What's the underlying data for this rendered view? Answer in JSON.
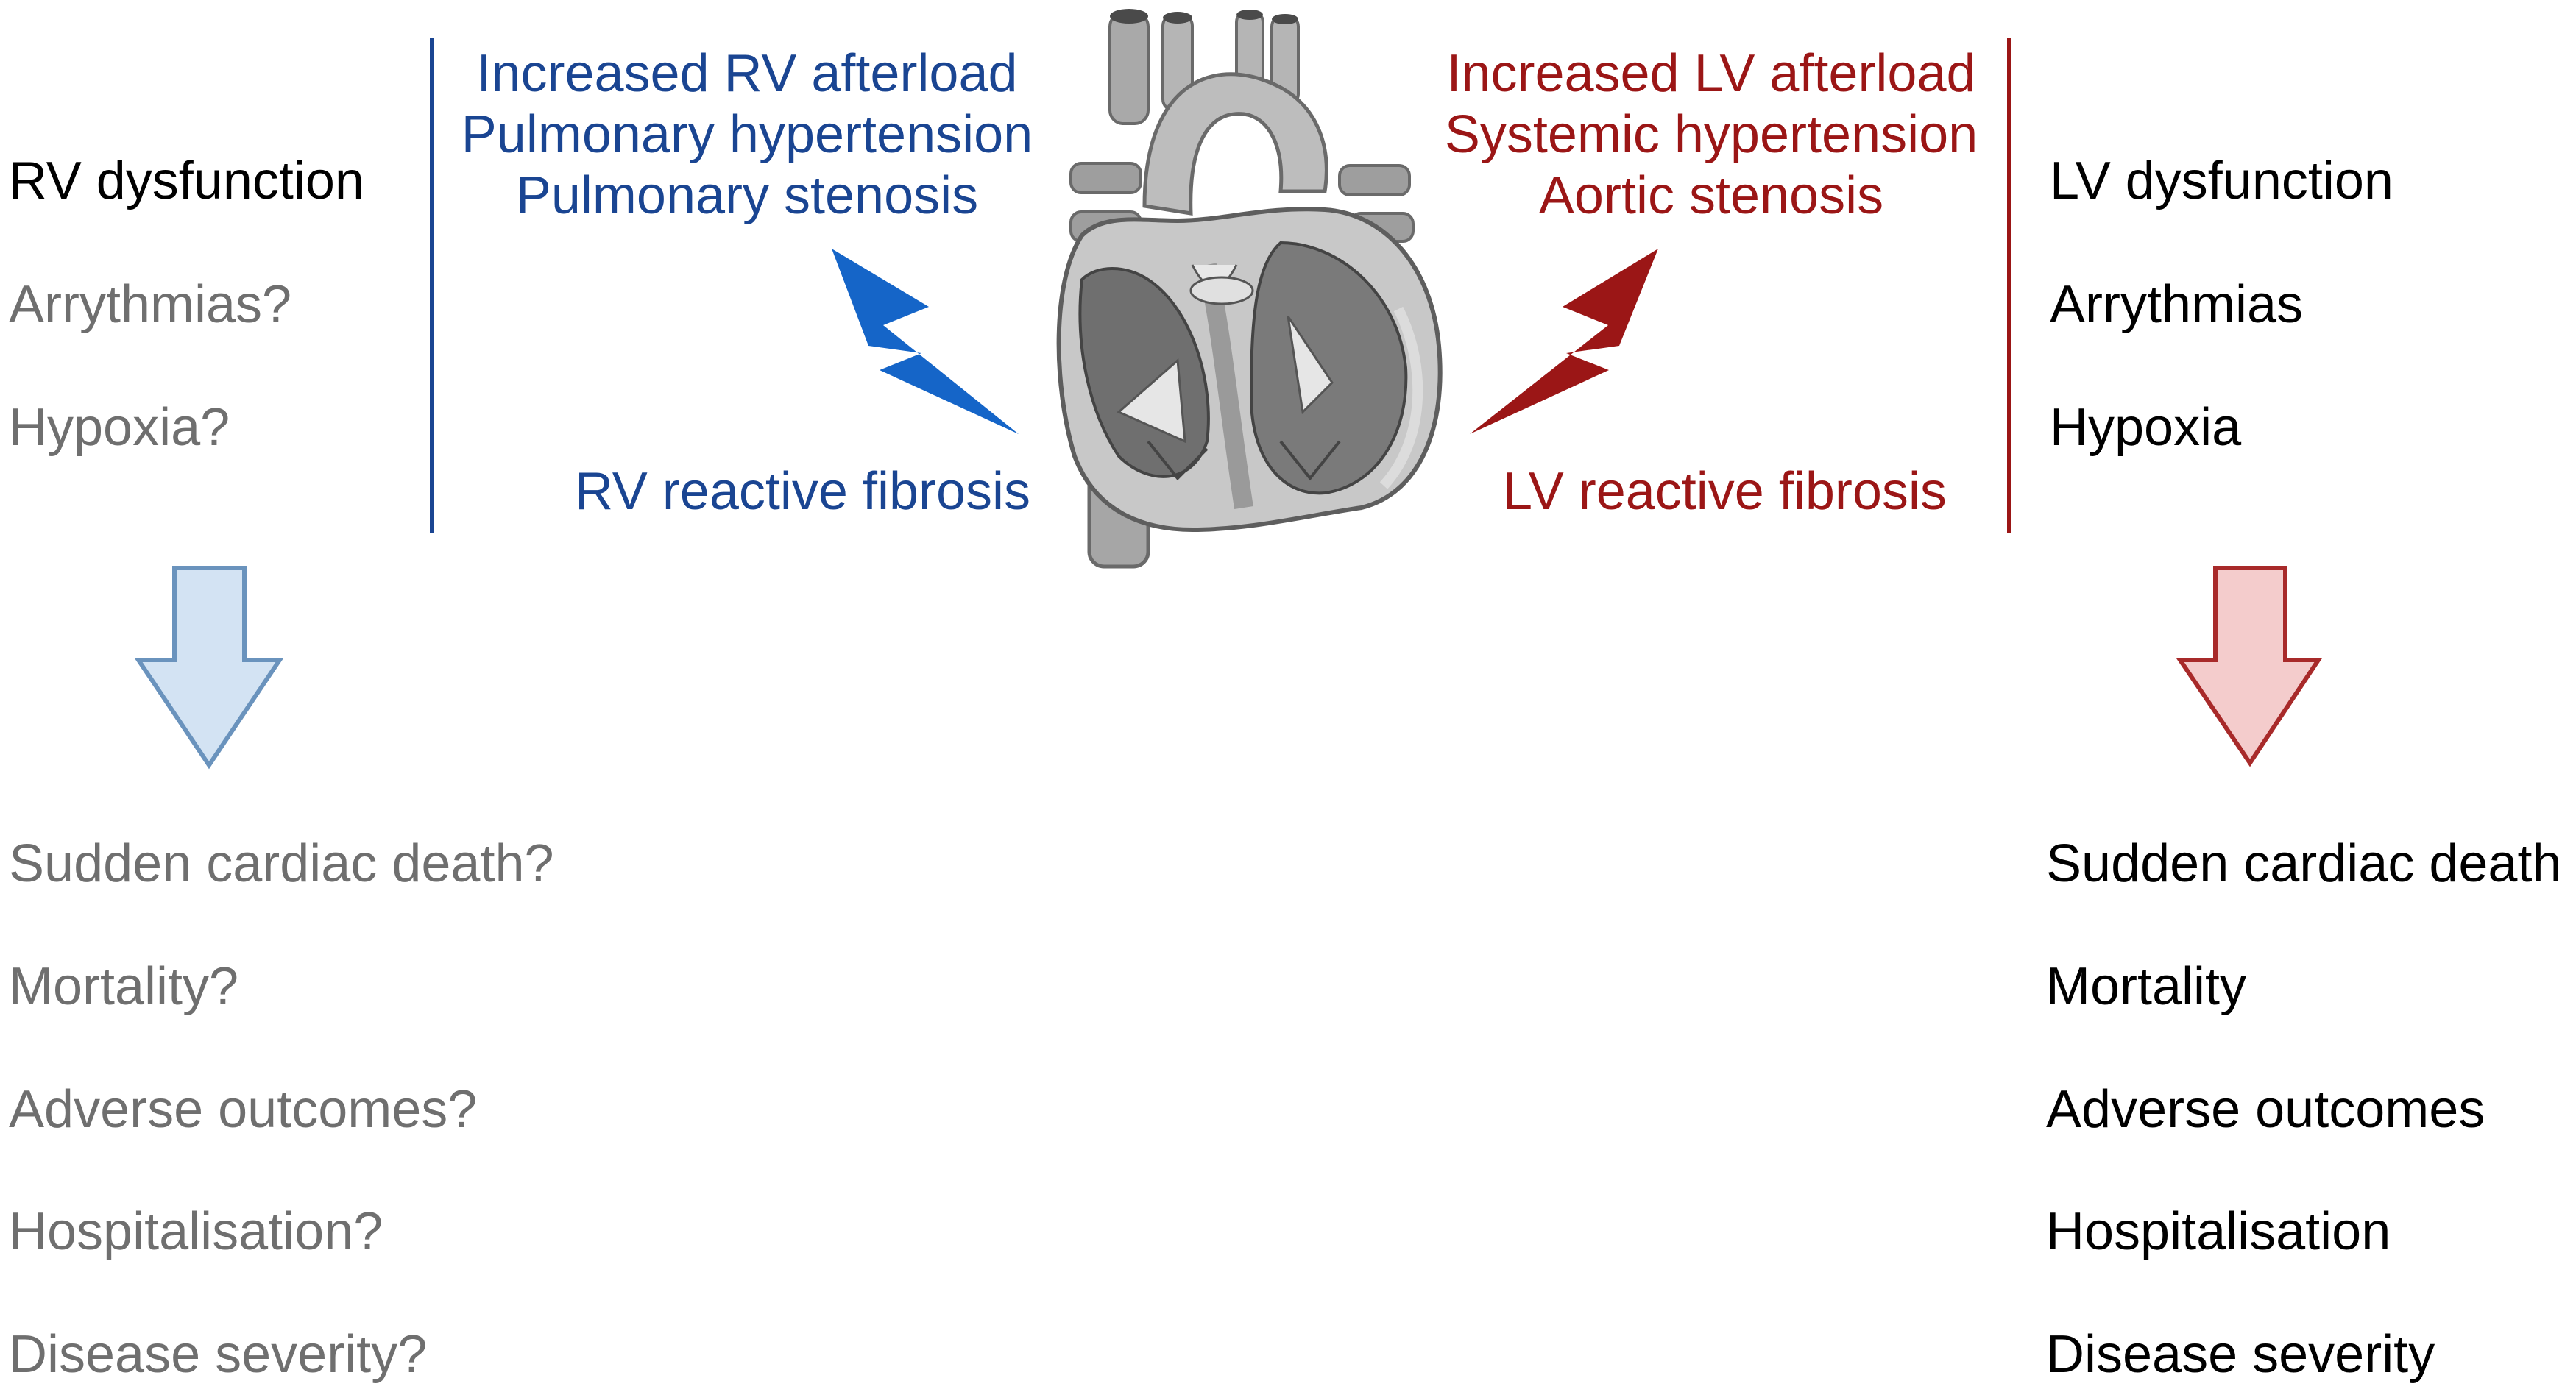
{
  "colors": {
    "rv_blue": "#1a4592",
    "rv_bolt": "#1565c8",
    "lv_red": "#9b1616",
    "black": "#000000",
    "grey": "#6f6f6f",
    "rv_arrow_fill": "#d3e3f3",
    "rv_arrow_stroke": "#6a93bd",
    "lv_arrow_fill": "#f4cccc",
    "lv_arrow_stroke": "#a82a2a"
  },
  "left": {
    "header": {
      "line1": "Increased RV afterload",
      "line2": "Pulmonary hypertension",
      "line3": "Pulmonary stenosis"
    },
    "fibrosis": "RV reactive fibrosis",
    "conditions": [
      "RV dysfunction",
      "Arrythmias?",
      "Hypoxia?"
    ],
    "outcomes": [
      "Sudden cardiac death?",
      "Mortality?",
      "Adverse outcomes?",
      "Hospitalisation?",
      "Disease severity?"
    ]
  },
  "right": {
    "header": {
      "line1": "Increased LV afterload",
      "line2": "Systemic hypertension",
      "line3": "Aortic stenosis"
    },
    "fibrosis": "LV reactive fibrosis",
    "conditions": [
      "LV dysfunction",
      "Arrythmias",
      "Hypoxia"
    ],
    "outcomes": [
      "Sudden cardiac death",
      "Mortality",
      "Adverse outcomes",
      "Hospitalisation",
      "Disease severity"
    ]
  },
  "icons": {
    "heart": "heart-anatomy-icon",
    "left_bolt": "lightning-bolt-icon",
    "right_bolt": "lightning-bolt-icon",
    "left_arrow": "down-arrow-icon",
    "right_arrow": "down-arrow-icon"
  }
}
